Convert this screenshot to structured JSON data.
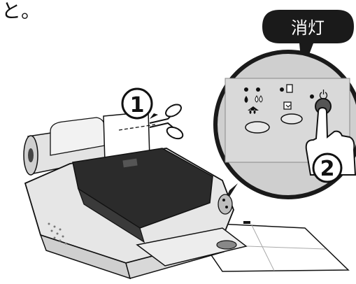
{
  "header": {
    "text": "と。"
  },
  "callout": {
    "bubble_label": "消灯",
    "steps": {
      "one": "1",
      "two": "2"
    }
  },
  "colors": {
    "ink": "#111111",
    "printer_light": "#e6e6e6",
    "printer_mid": "#bdbdbd",
    "printer_dark": "#2b2b2b",
    "panel": "#cfcfcf",
    "bubble": "#1a1a1a"
  },
  "icons": [
    "ink-drop-icon",
    "paper-icon",
    "power-icon",
    "scissors-icon",
    "hand-pointer-icon"
  ]
}
